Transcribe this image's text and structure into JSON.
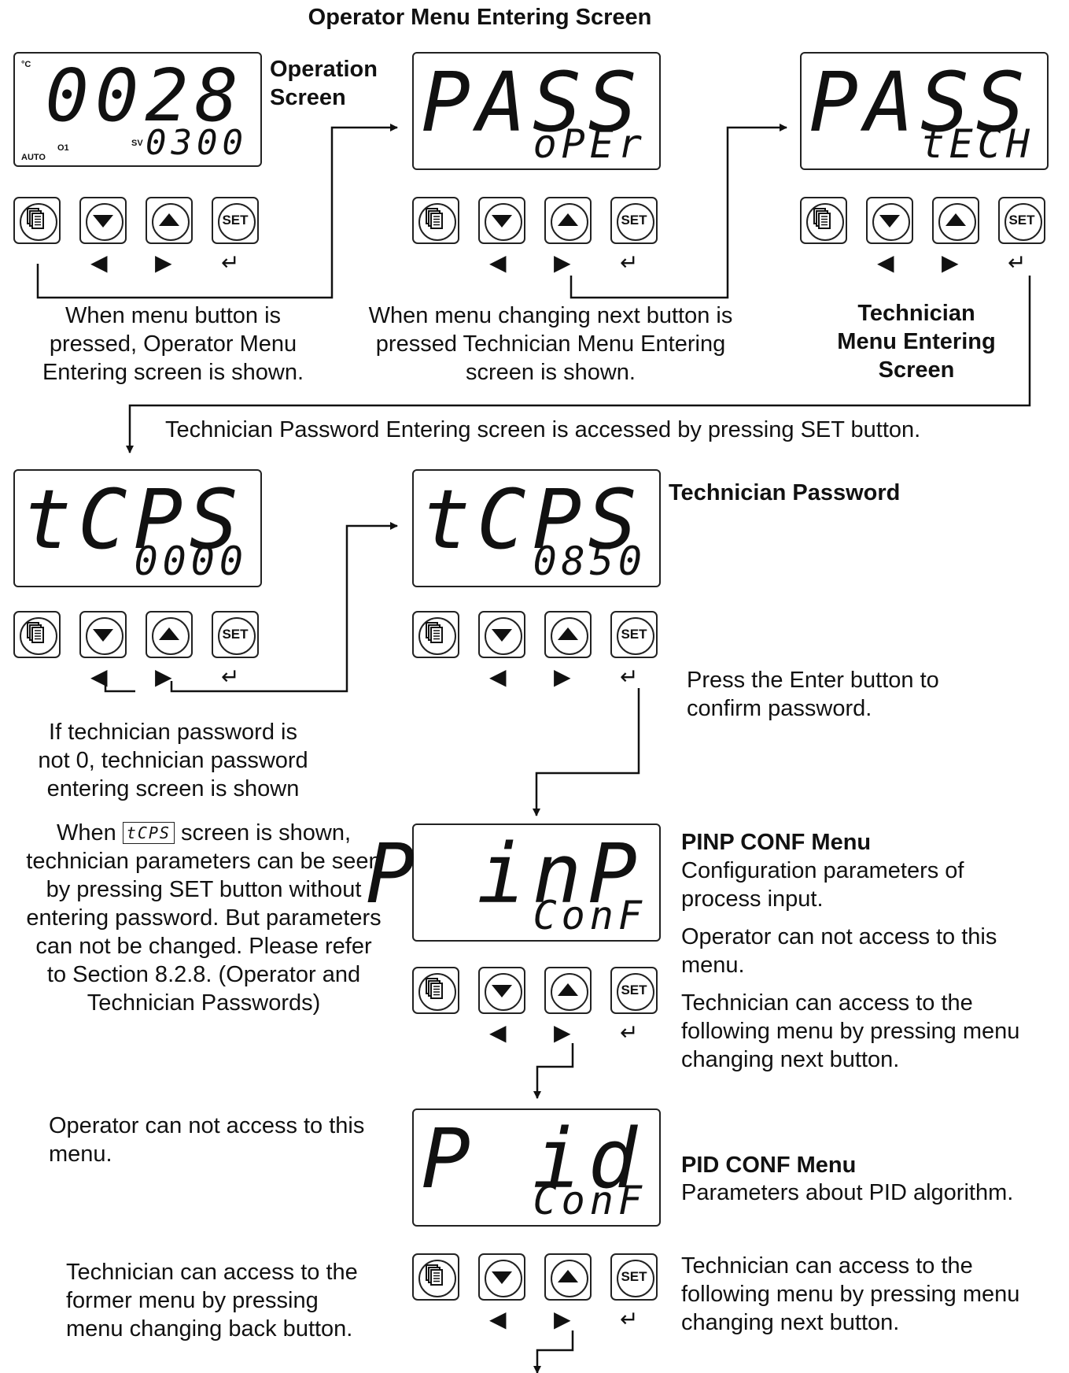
{
  "title": "Operator Menu Entering Screen",
  "icons": {
    "menu": "menu-pages-icon",
    "down": "down-triangle-icon",
    "up": "up-triangle-icon",
    "set": "SET",
    "left": "◀",
    "right": "▶",
    "enter": "↵"
  },
  "screens": [
    {
      "id": "operation",
      "top": "0028",
      "bottom": "0300",
      "o1": "O1",
      "sv": "SV",
      "unit": "°C",
      "auto": "AUTO"
    },
    {
      "id": "pass-oper",
      "top": "PASS",
      "bottom": "oPEr"
    },
    {
      "id": "pass-tech",
      "top": "PASS",
      "bottom": "tECH"
    },
    {
      "id": "tcps-0000",
      "top": "tCPS",
      "bottom": "0000"
    },
    {
      "id": "tcps-0850",
      "top": "tCPS",
      "bottom": "0850"
    },
    {
      "id": "pinp-conf",
      "top": "P inP",
      "bottom": "ConF"
    },
    {
      "id": "pid-conf",
      "top": "P id",
      "bottom": "ConF"
    }
  ],
  "labels": {
    "operation_screen": [
      "Operation",
      "Screen"
    ],
    "menu_button_note": [
      "When menu button is",
      "pressed, Operator Menu",
      "Entering screen is shown."
    ],
    "next_button_note": [
      "When menu changing next button is",
      "pressed Technician Menu Entering",
      "screen is shown."
    ],
    "tech_menu_entering": [
      "Technician",
      "Menu Entering",
      "Screen"
    ],
    "tech_password_access": "Technician Password Entering screen is accessed by pressing SET button.",
    "tech_password": "Technician Password",
    "press_enter": [
      "Press the Enter button to",
      "confirm password."
    ],
    "if_password_not_zero": [
      "If technician password is",
      "not 0, technician password",
      "entering screen is shown"
    ],
    "tcps_note_prefix": "When",
    "tcps_inline": "tCPS",
    "tcps_note_suffix": "screen is shown,",
    "tcps_note": [
      "technician parameters can be seen",
      "by pressing SET button without",
      "entering password. But parameters",
      "can not be changed. Please refer",
      "to Section 8.2.8. (Operator and",
      "Technician Passwords)"
    ],
    "pinp_title": "PINP CONF Menu",
    "pinp_desc": [
      "Configuration parameters of",
      "process input."
    ],
    "pinp_operator": [
      "Operator can not access to this",
      "menu."
    ],
    "pinp_technician": [
      "Technician can access to the",
      "following menu by pressing menu",
      "changing next button."
    ],
    "pid_operator": [
      "Operator can not access to this",
      "menu."
    ],
    "pid_title": "PID CONF Menu",
    "pid_desc": "Parameters about PID algorithm.",
    "pid_technician_back": [
      "Technician can access to the",
      "former menu by pressing",
      "menu changing back button."
    ],
    "pid_technician_next": [
      "Technician can access to the",
      "following menu by pressing menu",
      "changing next button."
    ]
  }
}
